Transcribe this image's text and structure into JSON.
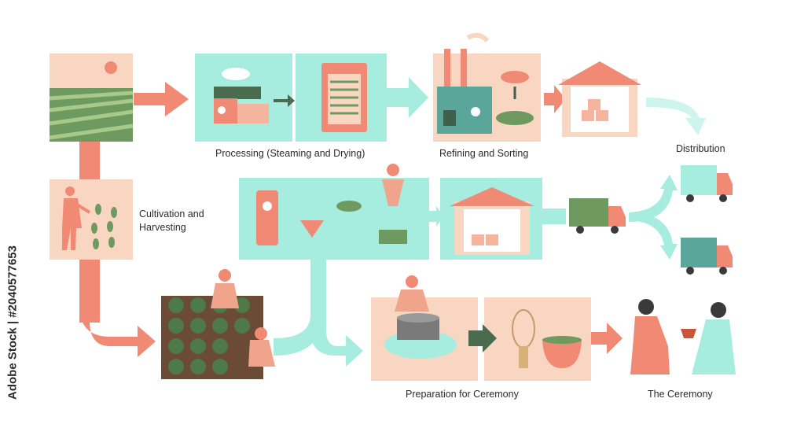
{
  "stages": {
    "cultivation": "Cultivation and\nHarvesting",
    "processing": "Processing (Steaming and Drying)",
    "refining": "Refining and Sorting",
    "distribution": "Distribution",
    "preparation": "Preparation for Ceremony",
    "ceremony": "The Ceremony"
  },
  "watermark": "Adobe Stock | #2040577653",
  "colors": {
    "coral": "#f08a74",
    "teal": "#a6ecdf",
    "peach": "#f8d6c2",
    "dark_green": "#4a6b4d",
    "soil": "#6b4a36"
  }
}
